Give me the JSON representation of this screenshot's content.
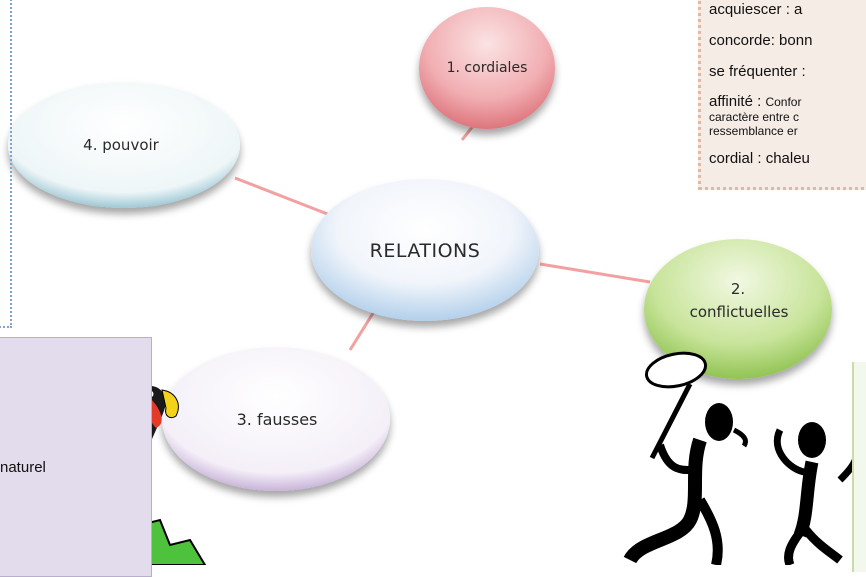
{
  "nodes": {
    "center": "RELATIONS",
    "cordiales": "1. cordiales",
    "conflictuelles_num": "2.",
    "conflictuelles": "conflictuelles",
    "fausses": "3. fausses",
    "pouvoir": "4. pouvoir"
  },
  "vocab": {
    "l1": "acquiescer :  a",
    "l2": "concorde: bonn",
    "l3": "se fréquenter :",
    "l4_head": "affinité : ",
    "l4_rest": "Confor",
    "l5": "caractère entre c",
    "l6": "ressemblance er",
    "l7": "cordial : chaleu"
  },
  "left_box": {
    "text": "naturel"
  },
  "colors": {
    "cordiales": "#e8848a",
    "conflictuelles": "#9ccc5c",
    "fausses": "#b79ccd",
    "pouvoir": "#7fb6c8",
    "center": "#a7c9e8",
    "connector": "#f2a0a0"
  }
}
